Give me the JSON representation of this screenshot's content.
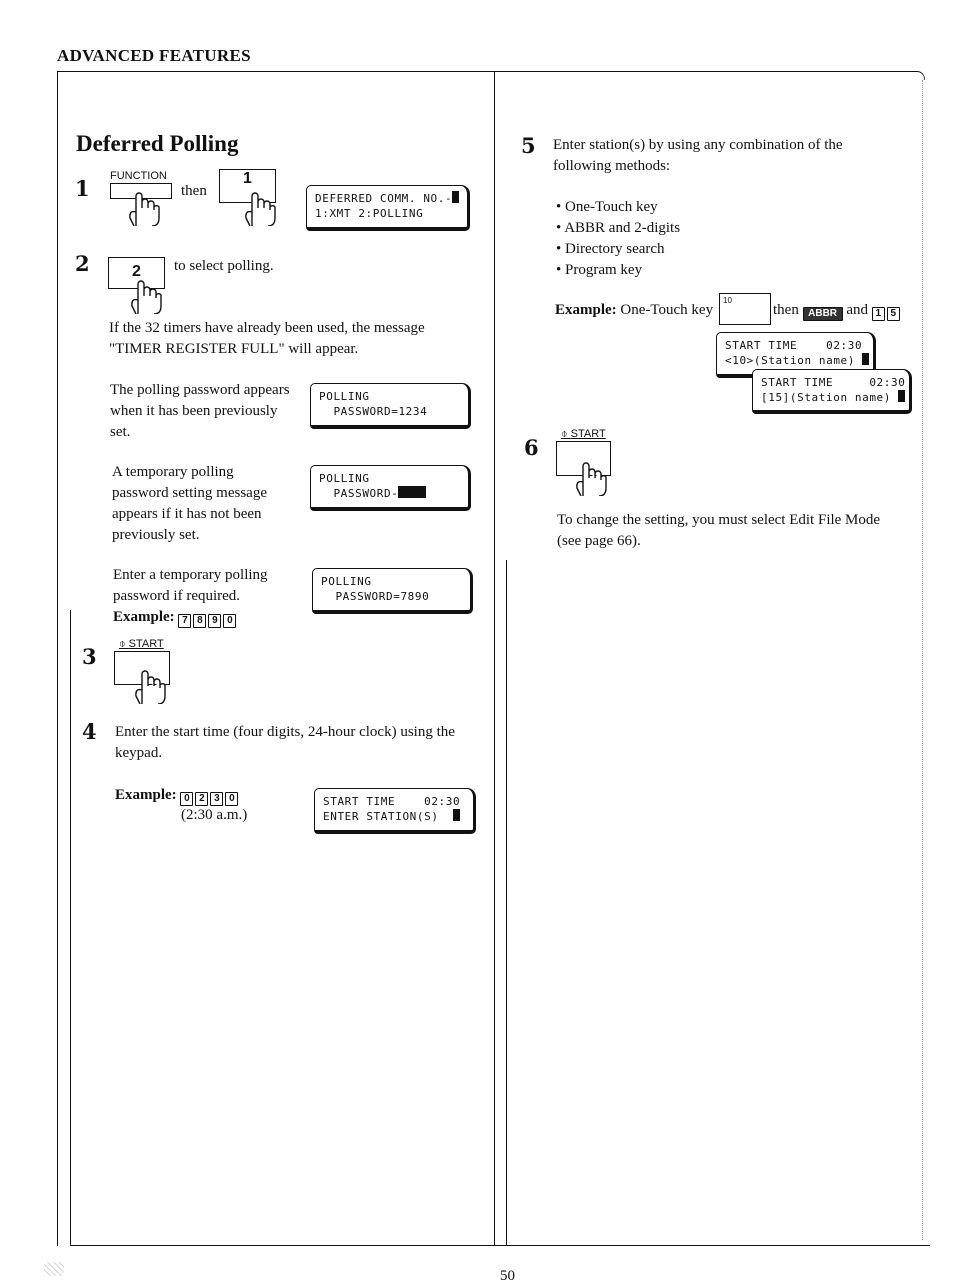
{
  "header": {
    "section": "ADVANCED FEATURES"
  },
  "title": "Deferred Polling",
  "page_number": "50",
  "left": {
    "step1": {
      "num": "1",
      "key_label": "FUNCTION",
      "then": "then",
      "key_value": "1",
      "lcd_line1": "DEFERRED COMM. NO.-",
      "lcd_line2": "1:XMT 2:POLLING"
    },
    "step2": {
      "num": "2",
      "key_value": "2",
      "text": "to select polling.",
      "note": "If the 32 timers have already been used, the message \"TIMER REGISTER FULL\" will appear."
    },
    "pw_set": {
      "text": "The polling password appears when it has been previously set.",
      "lcd_line1": "POLLING",
      "lcd_line2": "  PASSWORD=1234"
    },
    "pw_temp": {
      "text": "A temporary polling password setting message appears if it has not been previously set.",
      "lcd_line1": "POLLING",
      "lcd_line2": "  PASSWORD-"
    },
    "pw_enter": {
      "text": "Enter a temporary polling password if required.",
      "example_label": "Example:",
      "keys": [
        "7",
        "8",
        "9",
        "0"
      ],
      "lcd_line1": "POLLING",
      "lcd_line2": "  PASSWORD=7890"
    },
    "step3": {
      "num": "3",
      "key_label": "START"
    },
    "step4": {
      "num": "4",
      "text": "Enter the start time (four digits, 24-hour clock) using the keypad.",
      "example_label": "Example:",
      "keys": [
        "0",
        "2",
        "3",
        "0"
      ],
      "example_note": "(2:30 a.m.)",
      "lcd_line1": "START TIME    02:30",
      "lcd_line2": "ENTER STATION(S)  "
    }
  },
  "right": {
    "step5": {
      "num": "5",
      "text": "Enter station(s) by using any combination of the following methods:",
      "methods": [
        "One-Touch key",
        "ABBR and 2-digits",
        "Directory search",
        "Program key"
      ],
      "example_label": "Example:",
      "example_text": "One-Touch key",
      "onetouch_num": "10",
      "then": "then",
      "abbr_key": "ABBR",
      "and": "and",
      "keys": [
        "1",
        "5"
      ],
      "lcd_a_line1": "START TIME    02:30",
      "lcd_a_line2": "<10>(Station name) ",
      "lcd_b_line1": "START TIME     02:30",
      "lcd_b_line2": "[15](Station name) "
    },
    "step6": {
      "num": "6",
      "key_label": "START",
      "text": "To change the setting, you must select Edit File Mode (see page 66)."
    }
  }
}
